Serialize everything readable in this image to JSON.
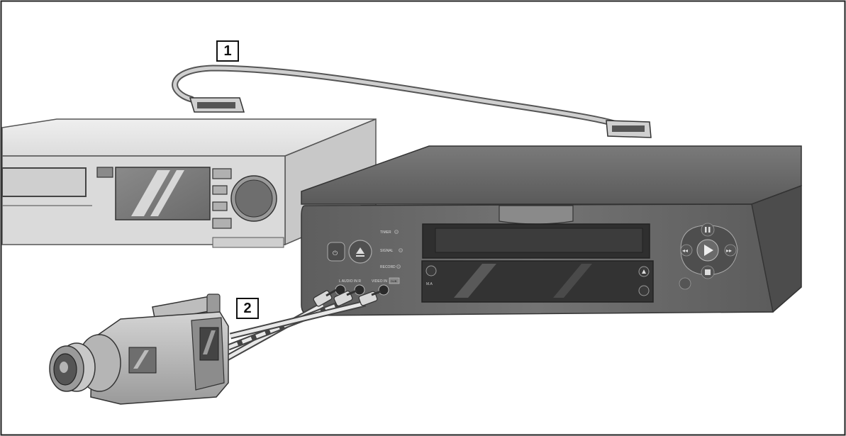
{
  "callouts": [
    "1",
    "2"
  ],
  "dvd_labels": {
    "timer": "TIMER",
    "signal": "SIGNAL",
    "record": "RECORD",
    "audio_in": "L AUDIO IN R",
    "video_in": "VIDEO IN",
    "dubbing": "DUB"
  },
  "colors": {
    "frame_stroke": "#222222",
    "vcr_top": "#e8e8e8",
    "vcr_front": "#d6d6d6",
    "dvd_body": "#5c5c5c",
    "dvd_front": "#6e6e6e",
    "cable": "#bdbdbd"
  }
}
